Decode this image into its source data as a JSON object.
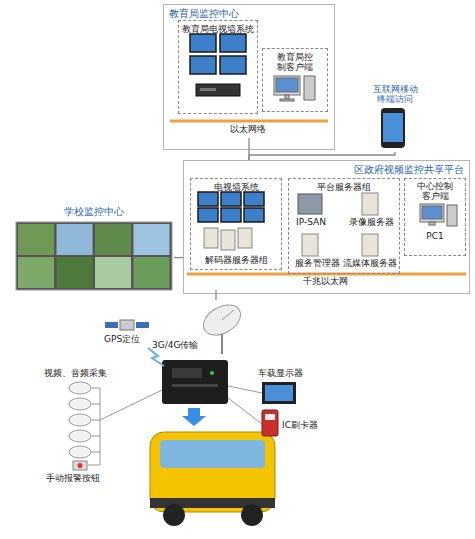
{
  "diagram": {
    "nodes": [
      {
        "text": [
          "教育局监控中心"
        ]
      },
      {
        "text": [
          "教育局电视墙系统"
        ],
        "in": 0
      },
      {
        "text": [
          "教育局控制客户端"
        ],
        "in": 0
      },
      {
        "text": [
          "以太网络"
        ],
        "in": 0
      },
      {
        "text": [
          "互联网移动终端访问"
        ]
      },
      {
        "text": [
          "区政府视频监控共享平台"
        ]
      },
      {
        "text": [
          "电视墙系统",
          "解码器服务器组"
        ],
        "in": 5
      },
      {
        "text": [
          "平台服务器组",
          "IP-SAN",
          "录像服务器",
          "服务管理器",
          "流媒体服务器"
        ],
        "in": 5
      },
      {
        "text": [
          "中心控制客户端",
          "PC1"
        ],
        "in": 5
      },
      {
        "text": [
          "千兆以太网"
        ],
        "in": 5
      },
      {
        "text": [
          "学校监控中心"
        ]
      },
      {
        "text": [
          "3G/4G传输"
        ]
      }
    ],
    "edges": [
      {
        "from": 3,
        "to": 5,
        "arrow": "none"
      },
      {
        "from": 4,
        "to": 5,
        "arrow": "none"
      },
      {
        "from": 10,
        "to": 5,
        "arrow": "none"
      },
      {
        "from": 9,
        "to": 11,
        "arrow": "none"
      }
    ],
    "labels": [
      "GPS定位",
      "视频、音频采集",
      "手动报警按钮",
      "车载显示器",
      "IC刷卡器"
    ]
  }
}
